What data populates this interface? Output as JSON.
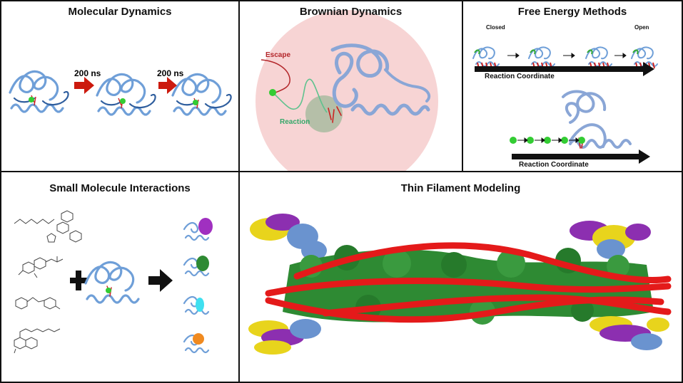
{
  "panels": {
    "md": {
      "title": "Molecular Dynamics",
      "step1": "200 ns",
      "step2": "200 ns"
    },
    "bd": {
      "title": "Brownian Dynamics",
      "escape": "Escape",
      "reaction": "Reaction"
    },
    "fe": {
      "title": "Free Energy Methods",
      "closed": "Closed",
      "open": "Open",
      "axis1": "Reaction Coordinate",
      "axis2": "Reaction Coordinate"
    },
    "sm": {
      "title": "Small Molecule Interactions"
    },
    "tf": {
      "title": "Thin Filament Modeling"
    }
  },
  "colors": {
    "protein": "#6f9fd8",
    "proteinDark": "#2f5e9e",
    "helixRed": "#cc2222",
    "arrowRed": "#cc1a0e",
    "ligandGreen": "#33cc33",
    "bdSphere": "#f7d4d4",
    "escapePath": "#b3262a",
    "reactionPath": "#5fc28e",
    "reactionText": "#35a86a",
    "actin": "#2e8a33",
    "tropomyosin": "#e41a1a",
    "troponinYellow": "#e8d41c",
    "troponinPurple": "#8c2fb0",
    "troponinBlue": "#6a93cf",
    "ligandCyan": "#3fe0f0",
    "ligandOrange": "#f08a20",
    "ligandPurple": "#a030c0"
  },
  "icons": [
    "plus-icon",
    "right-arrow-icon",
    "calcium-ion-icon"
  ]
}
